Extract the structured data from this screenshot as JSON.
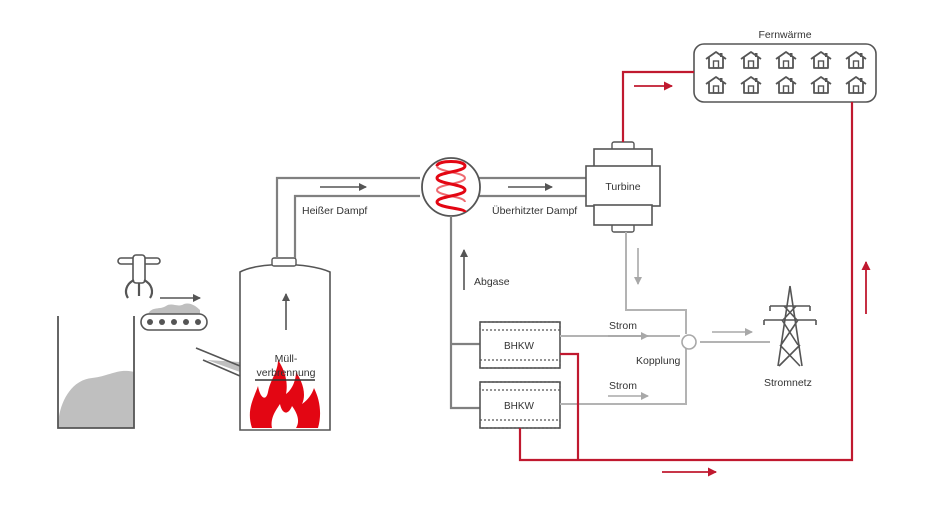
{
  "colors": {
    "pipe": "#808080",
    "return_line": "#c0192f",
    "flame": "#e30613",
    "waste": "#bfbfbf",
    "electric": "#b3b3b3"
  },
  "icons": {
    "houses": "house-icon",
    "pylon": "power-pylon-icon",
    "grabber": "crane-grab-icon",
    "heat_exchanger": "heat-exchanger-coil-icon"
  },
  "labels": {
    "fernwaerme": "Fernwärme",
    "turbine": "Turbine",
    "heisser_dampf": "Heißer Dampf",
    "ueberhitzter_dampf": "Überhitzter Dampf",
    "abgase": "Abgase",
    "muell_line1": "Müll-",
    "muell_line2": "verbrennung",
    "bhkw_top": "BHKW",
    "bhkw_bottom": "BHKW",
    "strom_top": "Strom",
    "strom_bottom": "Strom",
    "kopplung": "Kopplung",
    "stromnetz": "Stromnetz"
  }
}
